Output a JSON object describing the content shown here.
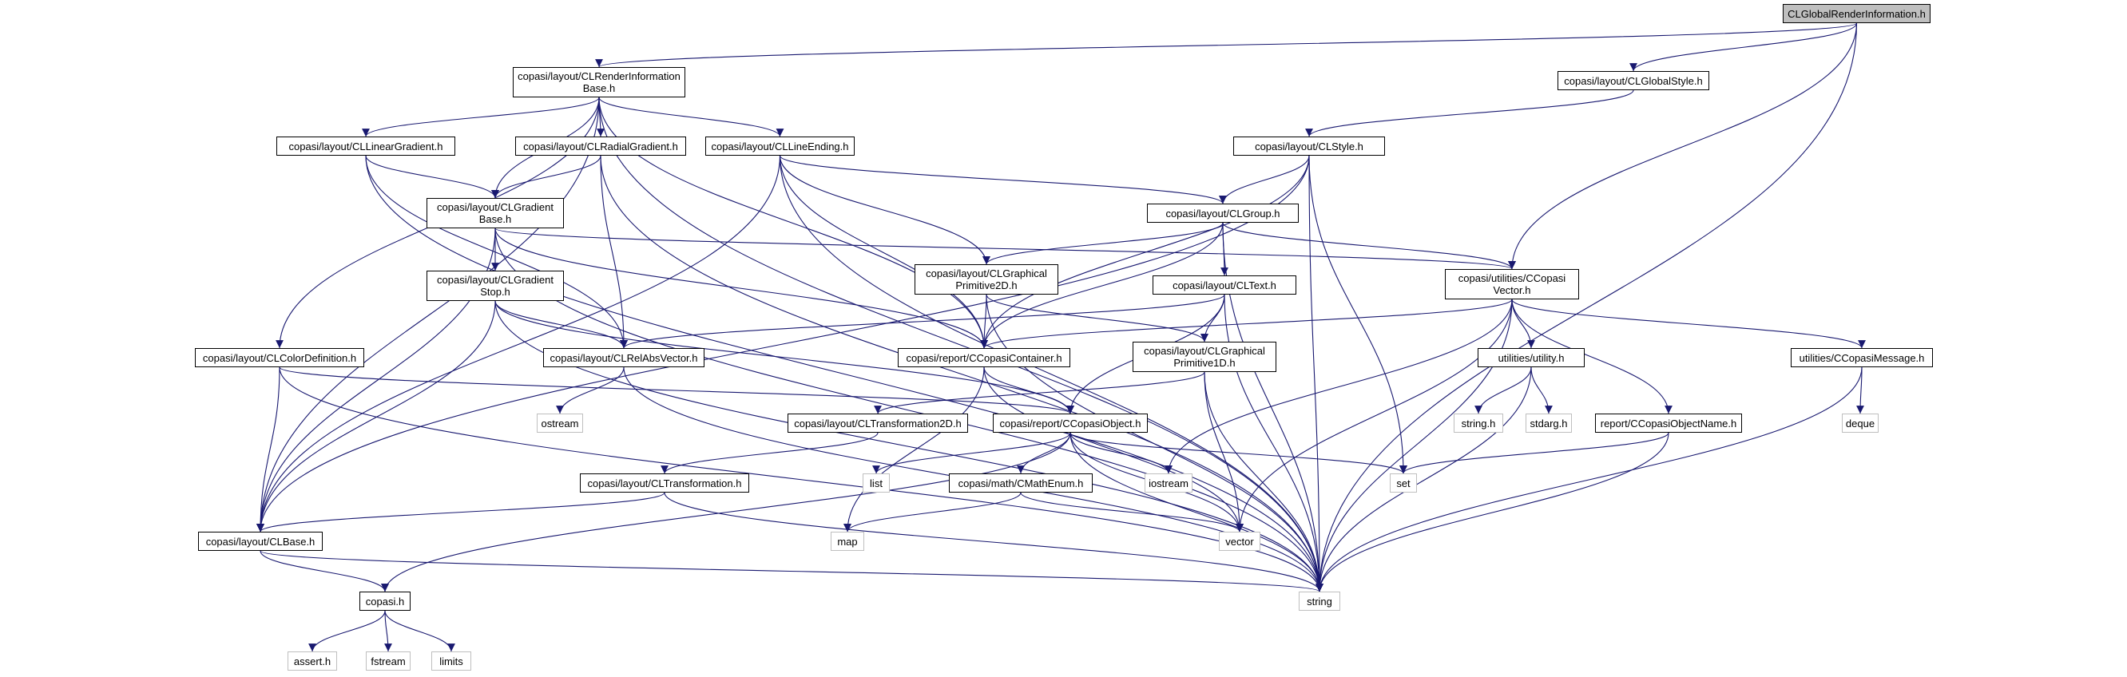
{
  "diagram": {
    "colors": {
      "edge": "#191970",
      "node_border": "#000000",
      "system_node_border": "#bfbfbf",
      "root_fill": "#bfbfbf"
    },
    "nodes": [
      {
        "id": "root",
        "lines": [
          "CLGlobalRenderInformation.h"
        ]
      },
      {
        "id": "rib",
        "lines": [
          "copasi/layout/CLRenderInformation",
          "Base.h"
        ]
      },
      {
        "id": "gstyle",
        "lines": [
          "copasi/layout/CLGlobalStyle.h"
        ]
      },
      {
        "id": "lingrad",
        "lines": [
          "copasi/layout/CLLinearGradient.h"
        ]
      },
      {
        "id": "radgrad",
        "lines": [
          "copasi/layout/CLRadialGradient.h"
        ]
      },
      {
        "id": "lineend",
        "lines": [
          "copasi/layout/CLLineEnding.h"
        ]
      },
      {
        "id": "style",
        "lines": [
          "copasi/layout/CLStyle.h"
        ]
      },
      {
        "id": "gradbase",
        "lines": [
          "copasi/layout/CLGradient",
          "Base.h"
        ]
      },
      {
        "id": "group",
        "lines": [
          "copasi/layout/CLGroup.h"
        ]
      },
      {
        "id": "gradstop",
        "lines": [
          "copasi/layout/CLGradient",
          "Stop.h"
        ]
      },
      {
        "id": "gp2d",
        "lines": [
          "copasi/layout/CLGraphical",
          "Primitive2D.h"
        ]
      },
      {
        "id": "text",
        "lines": [
          "copasi/layout/CLText.h"
        ]
      },
      {
        "id": "cvec",
        "lines": [
          "copasi/utilities/CCopasi",
          "Vector.h"
        ]
      },
      {
        "id": "colordef",
        "lines": [
          "copasi/layout/CLColorDefinition.h"
        ]
      },
      {
        "id": "relabs",
        "lines": [
          "copasi/layout/CLRelAbsVector.h"
        ]
      },
      {
        "id": "container",
        "lines": [
          "copasi/report/CCopasiContainer.h"
        ]
      },
      {
        "id": "gp1d",
        "lines": [
          "copasi/layout/CLGraphical",
          "Primitive1D.h"
        ]
      },
      {
        "id": "utility",
        "lines": [
          "utilities/utility.h"
        ]
      },
      {
        "id": "cmsg",
        "lines": [
          "utilities/CCopasiMessage.h"
        ]
      },
      {
        "id": "ostream",
        "lines": [
          "ostream"
        ]
      },
      {
        "id": "trans2d",
        "lines": [
          "copasi/layout/CLTransformation2D.h"
        ]
      },
      {
        "id": "cobject",
        "lines": [
          "copasi/report/CCopasiObject.h"
        ]
      },
      {
        "id": "stringh",
        "lines": [
          "string.h"
        ]
      },
      {
        "id": "stdargh",
        "lines": [
          "stdarg.h"
        ]
      },
      {
        "id": "objname",
        "lines": [
          "report/CCopasiObjectName.h"
        ]
      },
      {
        "id": "deque",
        "lines": [
          "deque"
        ]
      },
      {
        "id": "list",
        "lines": [
          "list"
        ]
      },
      {
        "id": "iostream",
        "lines": [
          "iostream"
        ]
      },
      {
        "id": "set",
        "lines": [
          "set"
        ]
      },
      {
        "id": "trans",
        "lines": [
          "copasi/layout/CLTransformation.h"
        ]
      },
      {
        "id": "mathenum",
        "lines": [
          "copasi/math/CMathEnum.h"
        ]
      },
      {
        "id": "base",
        "lines": [
          "copasi/layout/CLBase.h"
        ]
      },
      {
        "id": "map",
        "lines": [
          "map"
        ]
      },
      {
        "id": "vector",
        "lines": [
          "vector"
        ]
      },
      {
        "id": "copasih",
        "lines": [
          "copasi.h"
        ]
      },
      {
        "id": "string",
        "lines": [
          "string"
        ]
      },
      {
        "id": "asserth",
        "lines": [
          "assert.h"
        ]
      },
      {
        "id": "fstream",
        "lines": [
          "fstream"
        ]
      },
      {
        "id": "limits",
        "lines": [
          "limits"
        ]
      }
    ],
    "edges": [
      [
        "root",
        "rib"
      ],
      [
        "root",
        "gstyle"
      ],
      [
        "root",
        "cvec"
      ],
      [
        "root",
        "string"
      ],
      [
        "rib",
        "lingrad"
      ],
      [
        "rib",
        "radgrad"
      ],
      [
        "rib",
        "lineend"
      ],
      [
        "rib",
        "gradbase"
      ],
      [
        "rib",
        "colordef"
      ],
      [
        "rib",
        "container"
      ],
      [
        "rib",
        "base"
      ],
      [
        "rib",
        "string"
      ],
      [
        "gstyle",
        "style"
      ],
      [
        "lingrad",
        "gradbase"
      ],
      [
        "lingrad",
        "relabs"
      ],
      [
        "lingrad",
        "string"
      ],
      [
        "radgrad",
        "gradbase"
      ],
      [
        "radgrad",
        "relabs"
      ],
      [
        "radgrad",
        "string"
      ],
      [
        "lineend",
        "group"
      ],
      [
        "lineend",
        "gp2d"
      ],
      [
        "lineend",
        "container"
      ],
      [
        "lineend",
        "base"
      ],
      [
        "lineend",
        "string"
      ],
      [
        "style",
        "group"
      ],
      [
        "style",
        "container"
      ],
      [
        "style",
        "base"
      ],
      [
        "style",
        "set"
      ],
      [
        "style",
        "string"
      ],
      [
        "gradbase",
        "gradstop"
      ],
      [
        "gradbase",
        "cvec"
      ],
      [
        "gradbase",
        "container"
      ],
      [
        "gradbase",
        "base"
      ],
      [
        "gradbase",
        "string"
      ],
      [
        "group",
        "gp2d"
      ],
      [
        "group",
        "text"
      ],
      [
        "group",
        "cvec"
      ],
      [
        "group",
        "container"
      ],
      [
        "group",
        "string"
      ],
      [
        "gradstop",
        "relabs"
      ],
      [
        "gradstop",
        "cobject"
      ],
      [
        "gradstop",
        "base"
      ],
      [
        "gradstop",
        "string"
      ],
      [
        "gp2d",
        "gp1d"
      ],
      [
        "gp2d",
        "container"
      ],
      [
        "gp2d",
        "string"
      ],
      [
        "text",
        "relabs"
      ],
      [
        "text",
        "gp1d"
      ],
      [
        "text",
        "cobject"
      ],
      [
        "text",
        "string"
      ],
      [
        "cvec",
        "container"
      ],
      [
        "cvec",
        "utility"
      ],
      [
        "cvec",
        "cmsg"
      ],
      [
        "cvec",
        "objname"
      ],
      [
        "cvec",
        "iostream"
      ],
      [
        "cvec",
        "vector"
      ],
      [
        "cvec",
        "string"
      ],
      [
        "colordef",
        "cobject"
      ],
      [
        "colordef",
        "base"
      ],
      [
        "colordef",
        "string"
      ],
      [
        "relabs",
        "ostream"
      ],
      [
        "relabs",
        "string"
      ],
      [
        "container",
        "cobject"
      ],
      [
        "container",
        "map"
      ],
      [
        "container",
        "vector"
      ],
      [
        "gp1d",
        "trans2d"
      ],
      [
        "gp1d",
        "vector"
      ],
      [
        "gp1d",
        "string"
      ],
      [
        "utility",
        "stringh"
      ],
      [
        "utility",
        "stdargh"
      ],
      [
        "utility",
        "string"
      ],
      [
        "cmsg",
        "deque"
      ],
      [
        "cmsg",
        "string"
      ],
      [
        "trans2d",
        "trans"
      ],
      [
        "cobject",
        "list"
      ],
      [
        "cobject",
        "iostream"
      ],
      [
        "cobject",
        "set"
      ],
      [
        "cobject",
        "mathenum"
      ],
      [
        "cobject",
        "vector"
      ],
      [
        "cobject",
        "string"
      ],
      [
        "cobject",
        "copasih"
      ],
      [
        "objname",
        "set"
      ],
      [
        "objname",
        "string"
      ],
      [
        "trans",
        "base"
      ],
      [
        "trans",
        "string"
      ],
      [
        "mathenum",
        "map"
      ],
      [
        "mathenum",
        "vector"
      ],
      [
        "base",
        "copasih"
      ],
      [
        "base",
        "string"
      ],
      [
        "copasih",
        "asserth"
      ],
      [
        "copasih",
        "fstream"
      ],
      [
        "copasih",
        "limits"
      ]
    ]
  }
}
